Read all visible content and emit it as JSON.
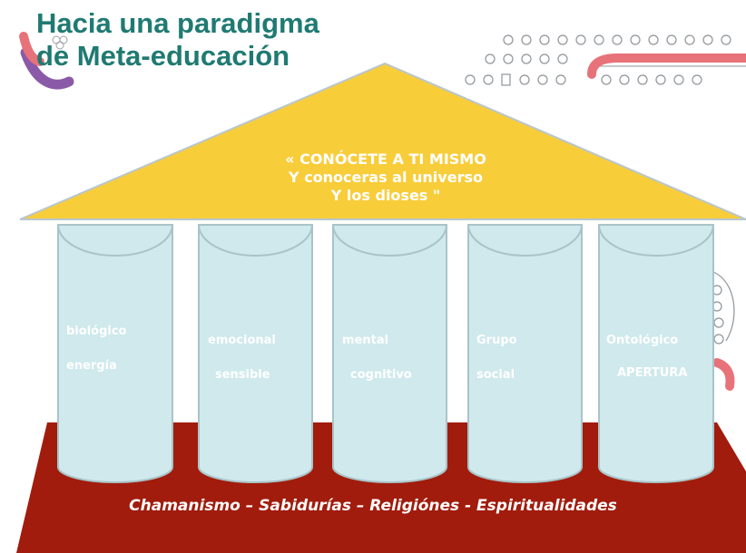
{
  "title": {
    "line1": "Hacia una paradigma",
    "line2": "de Meta-educación"
  },
  "roof": {
    "line1": "« CONÓCETE A TI MISMO",
    "line2": "Y conoceras al universo",
    "line3": "Y los dioses \""
  },
  "columns": [
    {
      "label1": "biológico",
      "label2": "energía"
    },
    {
      "label1": "emocional",
      "label2": "sensible"
    },
    {
      "label1": "mental",
      "label2": "cognitivo"
    },
    {
      "label1": "Grupo",
      "label2": "social"
    },
    {
      "label1": "Ontológico",
      "label2": "APERTURA"
    }
  ],
  "base": {
    "text": "Chamanismo – Sabidurías – Religiónes - Espiritualidades"
  },
  "colors": {
    "title": "#1f7a72",
    "roof": "#f8cd3a",
    "column": "#cfe9ec",
    "column_stroke": "#a9c4c8",
    "base": "#a11c0d",
    "accent_pink": "#e8727a",
    "accent_purple": "#8a5aa8"
  }
}
